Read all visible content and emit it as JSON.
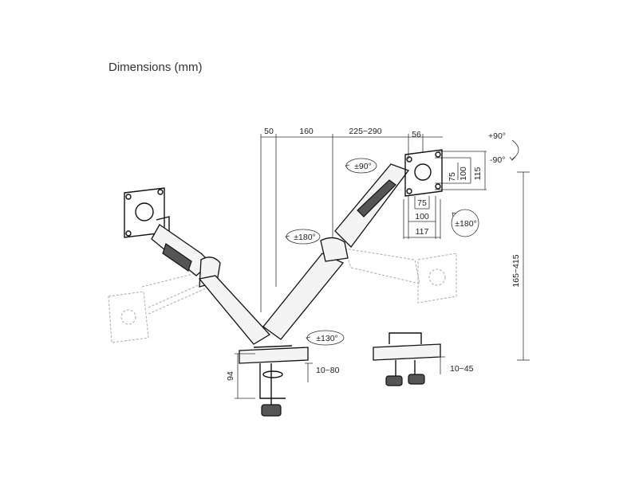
{
  "title": "Dimensions (mm)",
  "dimensions": {
    "d50": "50",
    "d160": "160",
    "d225_290": "225~290",
    "d56": "56",
    "d75v": "75",
    "d100v": "100",
    "d115v": "115",
    "d75h": "75",
    "d100h": "100",
    "d117h": "117",
    "height": "165~415",
    "clamp_height": "94",
    "clamp_range": "10~80",
    "grommet_range": "10~45"
  },
  "rotations": {
    "tilt_up": "+90°",
    "tilt_down": "-90°",
    "swivel_90": "±90°",
    "swivel_180_left": "±180°",
    "swivel_180_right": "±180°",
    "base_130": "±130°"
  }
}
